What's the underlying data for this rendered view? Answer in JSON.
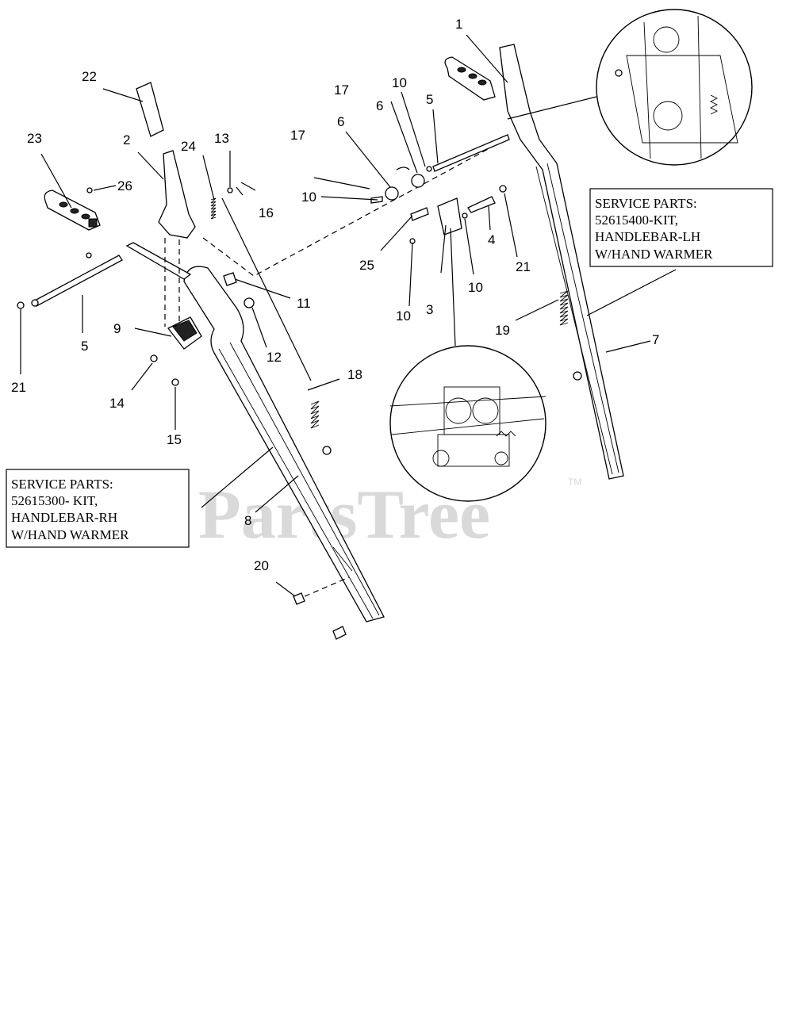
{
  "callouts": {
    "c1": "1",
    "c2": "2",
    "c3": "3",
    "c4": "4",
    "c5a": "5",
    "c5b": "5",
    "c6a": "6",
    "c6b": "6",
    "c7": "7",
    "c8": "8",
    "c9": "9",
    "c10a": "10",
    "c10b": "10",
    "c10c": "10",
    "c10d": "10",
    "c11": "11",
    "c12": "12",
    "c13": "13",
    "c14": "14",
    "c15": "15",
    "c16": "16",
    "c17a": "17",
    "c17b": "17",
    "c18": "18",
    "c19": "19",
    "c20": "20",
    "c21a": "21",
    "c21b": "21",
    "c22": "22",
    "c23": "23",
    "c24": "24",
    "c25": "25",
    "c26": "26"
  },
  "service_box_lh": {
    "line1": "SERVICE PARTS:",
    "line2": "52615400-KIT,",
    "line3": "HANDLEBAR-LH",
    "line4": "W/HAND WARMER"
  },
  "service_box_rh": {
    "line1": "SERVICE PARTS:",
    "line2": "52615300- KIT,",
    "line3": "HANDLEBAR-RH",
    "line4": "W/HAND WARMER"
  },
  "watermark": {
    "text": "PartsTree",
    "trademark": "TM"
  }
}
